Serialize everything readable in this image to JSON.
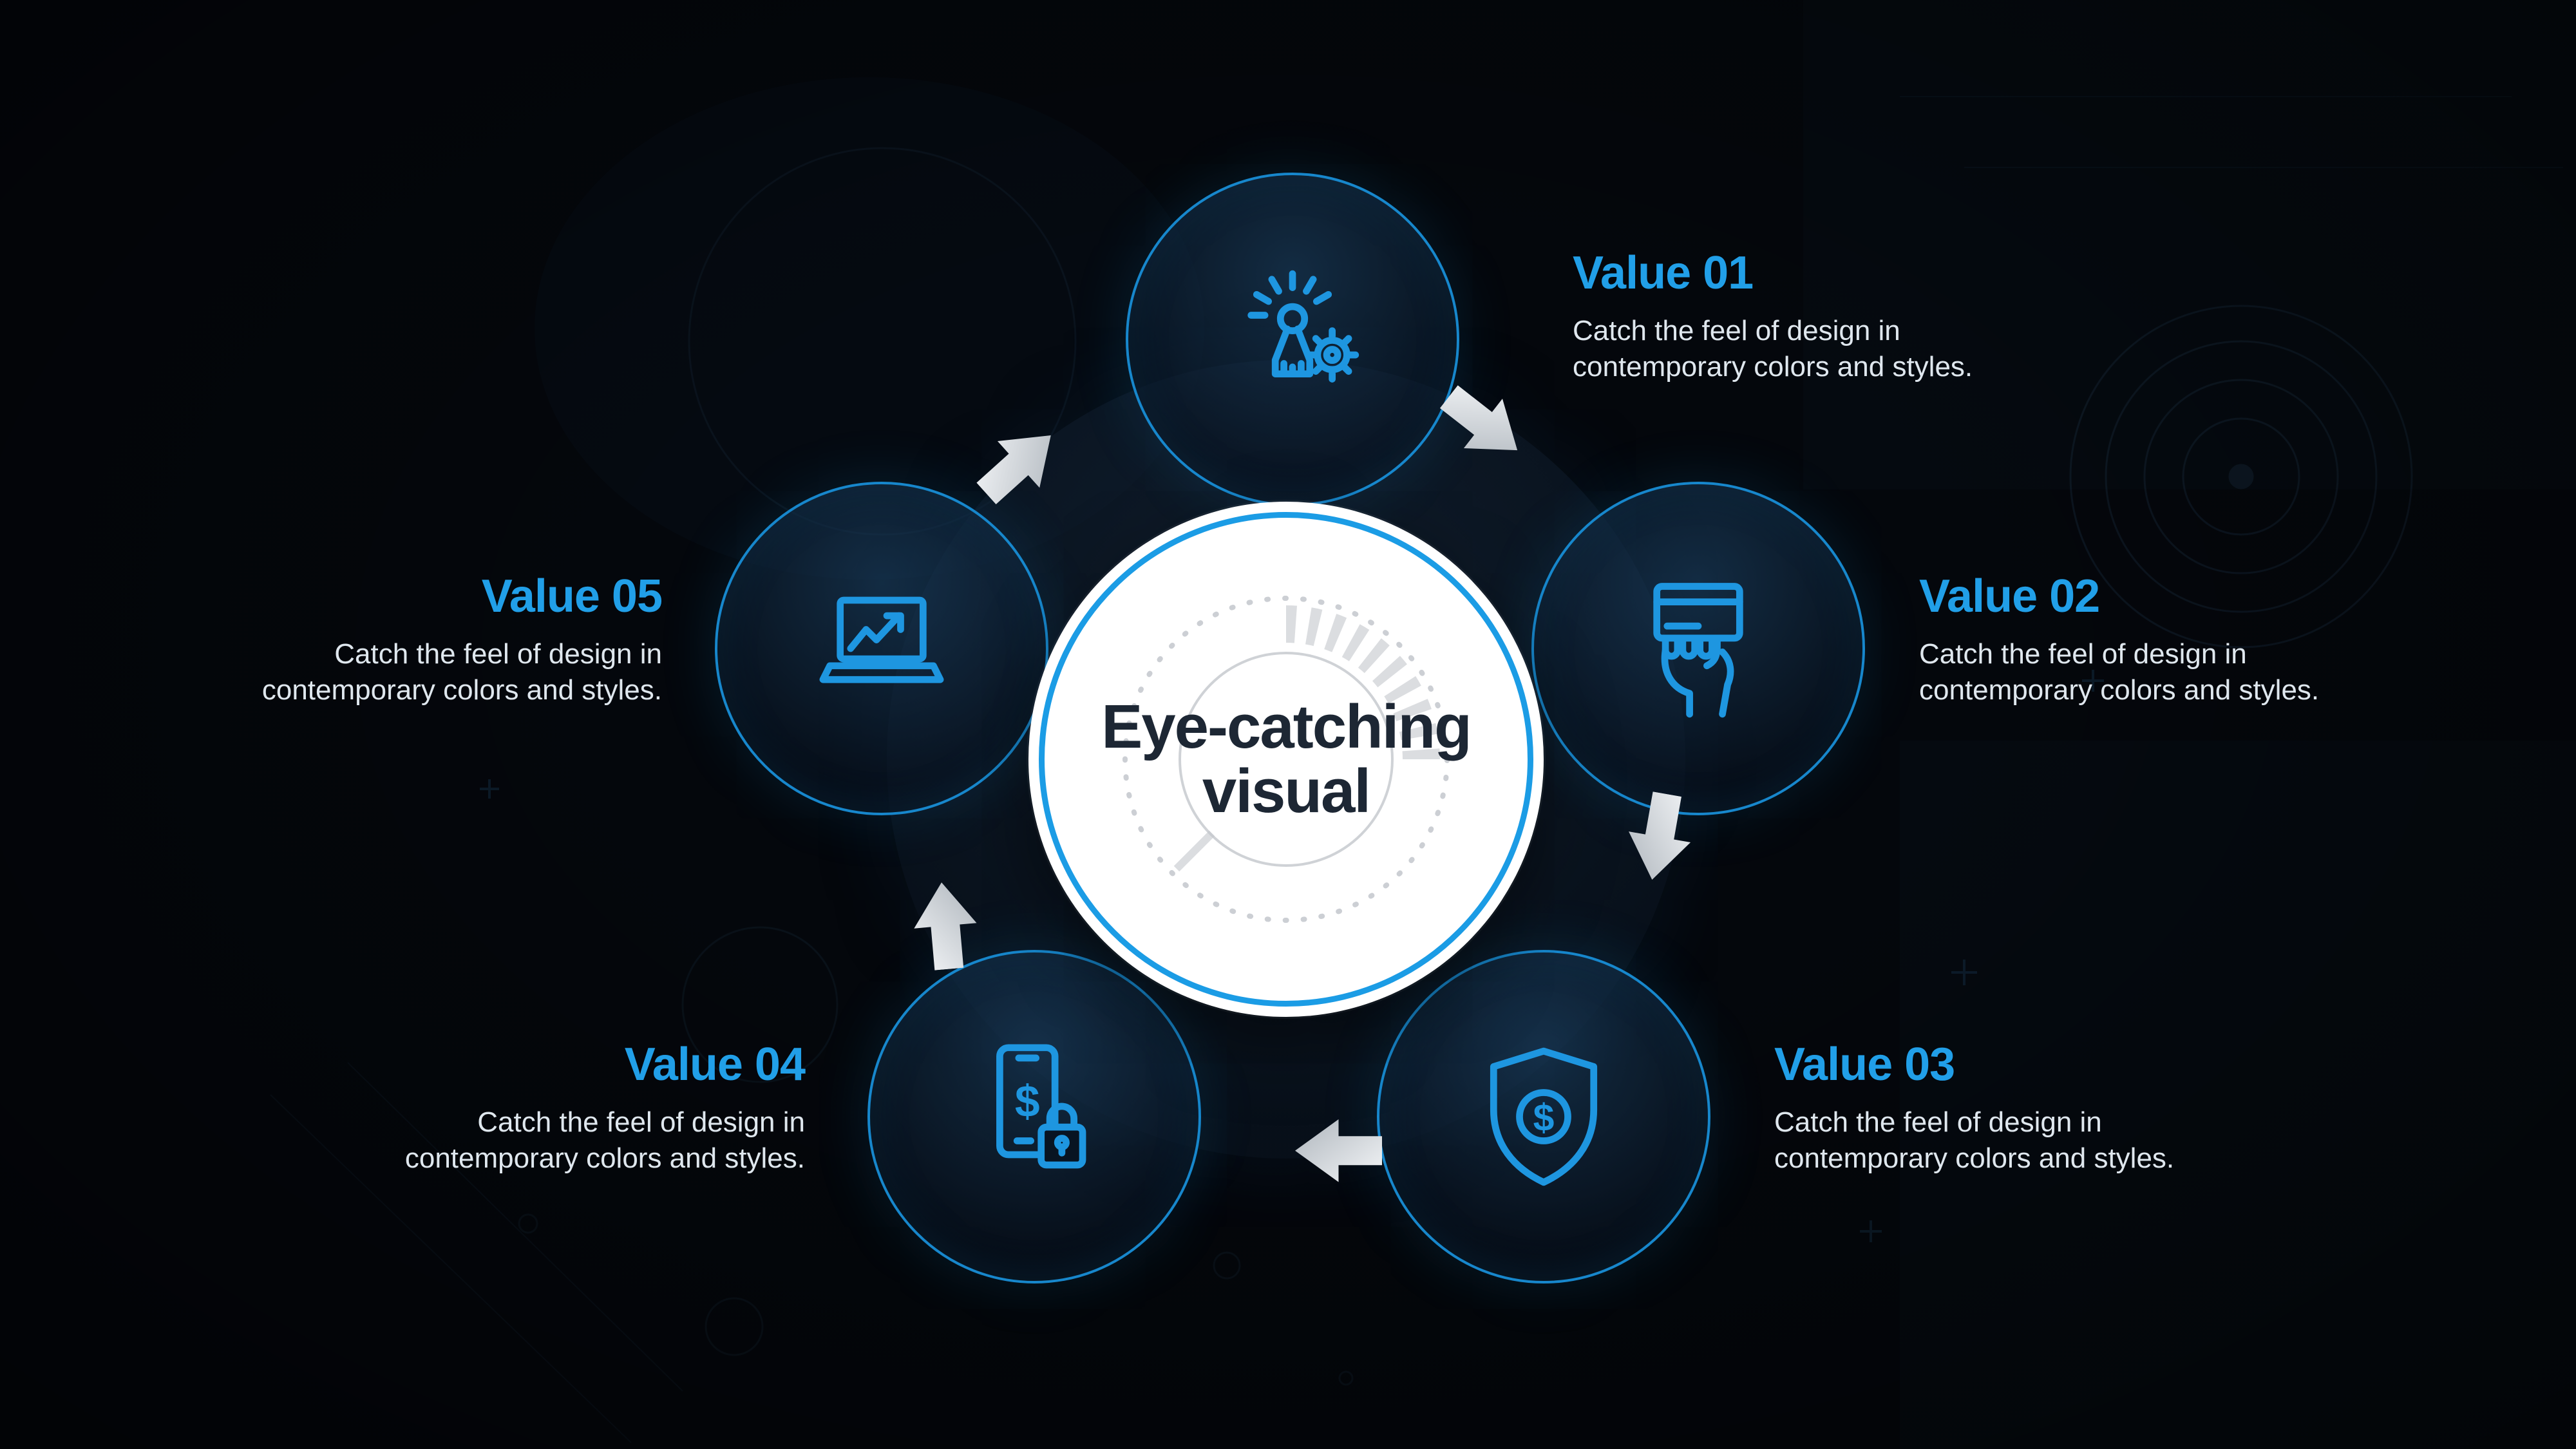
{
  "slide": {
    "center": {
      "line1": "Eye-catching",
      "line2": "visual"
    },
    "values": [
      {
        "title": "Value 01",
        "desc": "Catch the feel of design in contemporary colors and styles.",
        "icon": "key-access-icon"
      },
      {
        "title": "Value 02",
        "desc": "Catch the feel of design in contemporary colors and styles.",
        "icon": "card-payment-icon"
      },
      {
        "title": "Value 03",
        "desc": "Catch the feel of design in contemporary colors and styles.",
        "icon": "shield-dollar-icon"
      },
      {
        "title": "Value 04",
        "desc": "Catch the feel of design in contemporary colors and styles.",
        "icon": "mobile-security-icon"
      },
      {
        "title": "Value 05",
        "desc": "Catch the feel of design in contemporary colors and styles.",
        "icon": "laptop-chart-icon"
      }
    ],
    "colors": {
      "accent": "#1E96E0",
      "title_blue": "#219FE8",
      "body_text": "#DFE7EE",
      "node_border": "#1787CC",
      "background": "#04070C",
      "center_text": "#1D2734",
      "arrow_light": "#F4F6F8",
      "arrow_dark": "#AEB5BC"
    }
  }
}
